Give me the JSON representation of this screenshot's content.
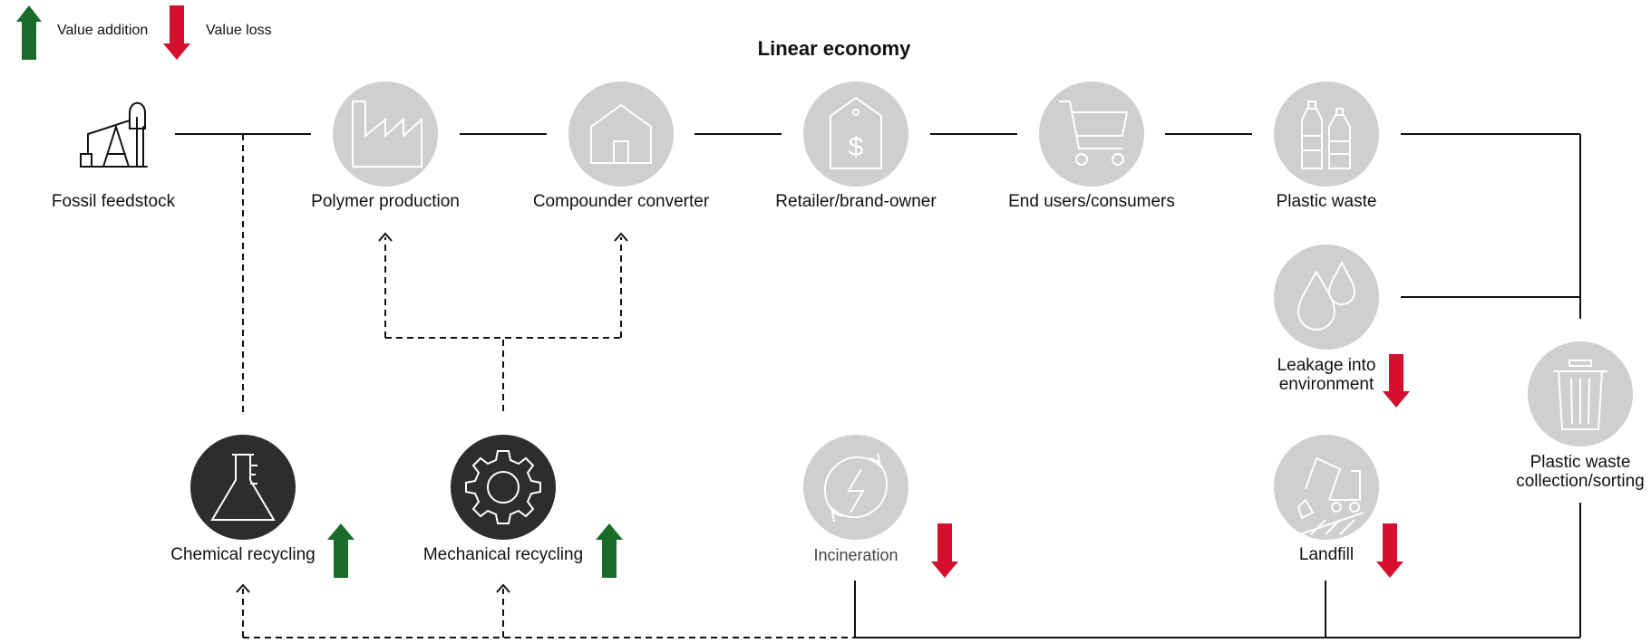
{
  "title": "Linear economy",
  "legend": {
    "value_addition": "Value addition",
    "value_loss": "Value loss"
  },
  "nodes": {
    "fossil_feedstock": "Fossil feedstock",
    "polymer_production": "Polymer production",
    "compounder_converter": "Compounder converter",
    "retailer_brand_owner": "Retailer/brand-owner",
    "end_users_consumers": "End users/consumers",
    "plastic_waste": "Plastic waste",
    "leakage_line1": "Leakage into",
    "leakage_line2": "environment",
    "collection_line1": "Plastic waste",
    "collection_line2": "collection/sorting",
    "chemical_recycling": "Chemical recycling",
    "mechanical_recycling": "Mechanical recycling",
    "incineration": "Incineration",
    "landfill": "Landfill"
  },
  "colors": {
    "value_addition": "#1a6b2a",
    "value_loss": "#d4102e",
    "grey_circle": "#cfcfcf",
    "dark_circle": "#2d2d2d"
  }
}
